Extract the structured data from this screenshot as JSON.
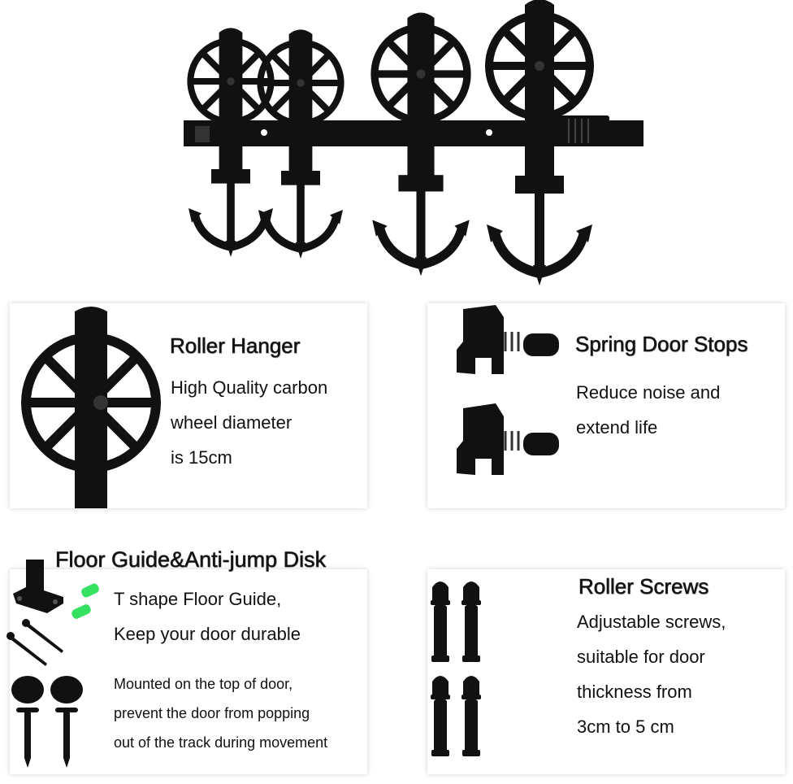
{
  "colors": {
    "hardware": "#111111",
    "accent_green": "#36e060",
    "panel_bg": "#ffffff"
  },
  "panels": {
    "roller_hanger": {
      "title": "Roller Hanger",
      "lines": [
        "High Quality carbon",
        "wheel diameter",
        "is 15cm"
      ]
    },
    "spring_door_stops": {
      "title": "Spring Door Stops",
      "lines": [
        "Reduce noise and",
        "extend life"
      ]
    },
    "floor_guide": {
      "title": "Floor Guide&Anti-jump Disk",
      "lines": [
        "T shape Floor Guide,",
        "Keep your door durable"
      ],
      "notes": [
        "Mounted on the top of door,",
        "prevent the door from popping",
        "out of the track during movement"
      ]
    },
    "roller_screws": {
      "title": "Roller Screws",
      "lines": [
        "Adjustable screws,",
        "suitable for door",
        "thickness from",
        "3cm to 5 cm"
      ]
    }
  }
}
